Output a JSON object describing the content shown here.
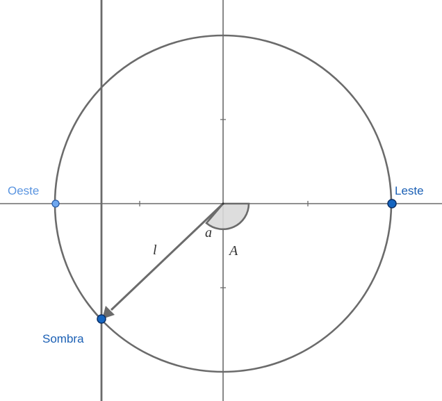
{
  "labels": {
    "oeste": "Oeste",
    "leste": "Leste",
    "sombra": "Sombra",
    "vector_l": "l",
    "angle_a": "a",
    "point_A": "A"
  },
  "colors": {
    "axis": "#6b6b6b",
    "circle": "#6b6b6b",
    "vertical_line": "#6b6b6b",
    "vector": "#6b6b6b",
    "angle_fill": "#d9d9d9",
    "point_dark": "#1565c0",
    "point_light": "#6fa8f0",
    "label_dark": "#1a5fb4",
    "label_light": "#5b95e0"
  }
}
